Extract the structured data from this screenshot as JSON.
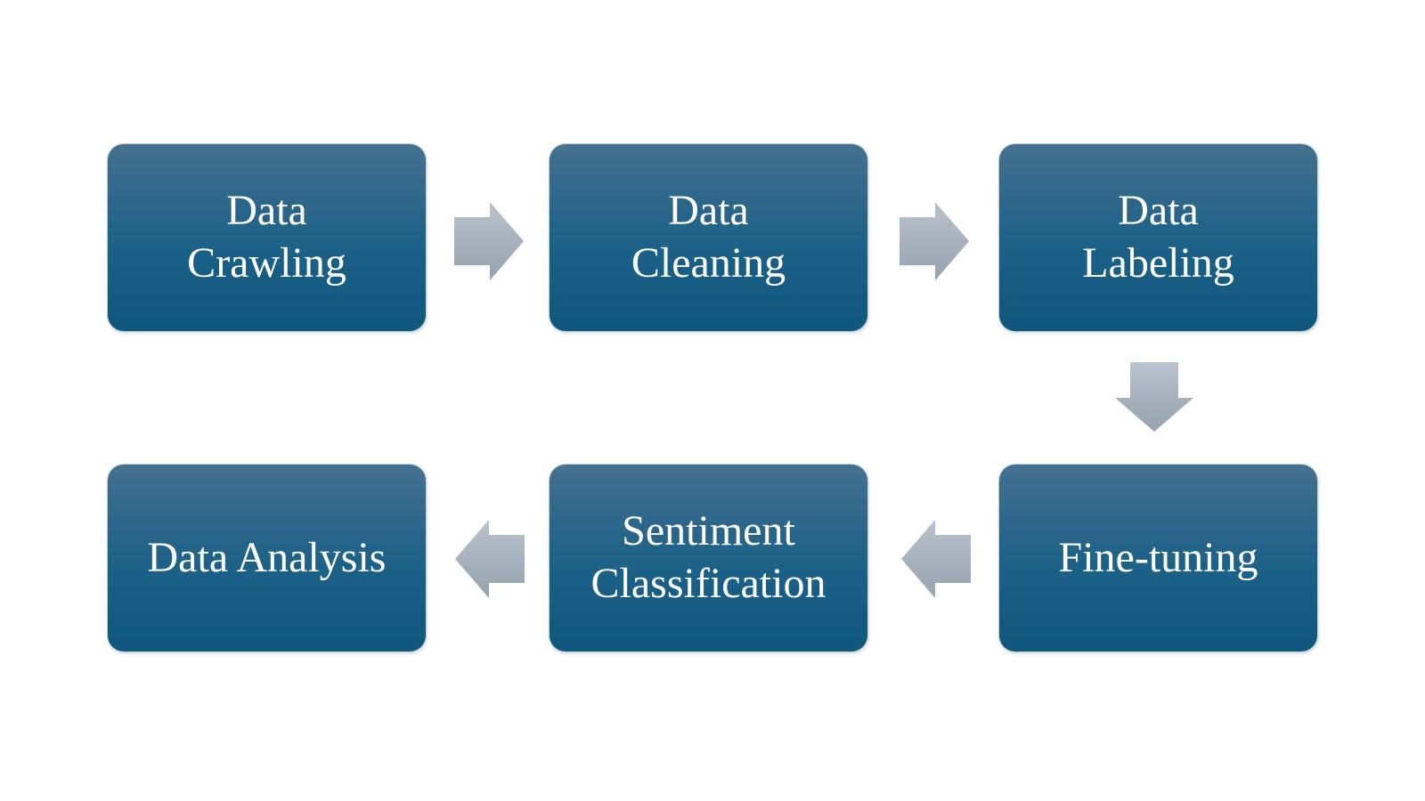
{
  "diagram": {
    "background_color": "#ffffff",
    "box_style": {
      "gradient_top": "#45718f",
      "gradient_middle": "#1c6187",
      "gradient_bottom": "#0f567d",
      "text_color": "#ffffff",
      "edge_color": "#bccfda"
    },
    "arrow_style": {
      "gradient_top": "#bac2cc",
      "gradient_bottom": "#96a2b0"
    },
    "nodes": [
      {
        "id": "data-crawling",
        "label": "Data Crawling",
        "lines": [
          "Data",
          "Crawling"
        ]
      },
      {
        "id": "data-cleaning",
        "label": "Data Cleaning",
        "lines": [
          "Data",
          "Cleaning"
        ]
      },
      {
        "id": "data-labeling",
        "label": "Data Labeling",
        "lines": [
          "Data",
          "Labeling"
        ]
      },
      {
        "id": "fine-tuning",
        "label": "Fine-tuning",
        "lines": [
          "Fine-tuning"
        ]
      },
      {
        "id": "sentiment-classification",
        "label": "Sentiment Classification",
        "lines": [
          "Sentiment",
          "Classification"
        ]
      },
      {
        "id": "data-analysis",
        "label": "Data Analysis",
        "lines": [
          "Data Analysis"
        ]
      }
    ],
    "arrows": [
      {
        "from": "data-crawling",
        "to": "data-cleaning",
        "direction": "right"
      },
      {
        "from": "data-cleaning",
        "to": "data-labeling",
        "direction": "right"
      },
      {
        "from": "data-labeling",
        "to": "fine-tuning",
        "direction": "down"
      },
      {
        "from": "fine-tuning",
        "to": "sentiment-classification",
        "direction": "left"
      },
      {
        "from": "sentiment-classification",
        "to": "data-analysis",
        "direction": "left"
      }
    ]
  }
}
